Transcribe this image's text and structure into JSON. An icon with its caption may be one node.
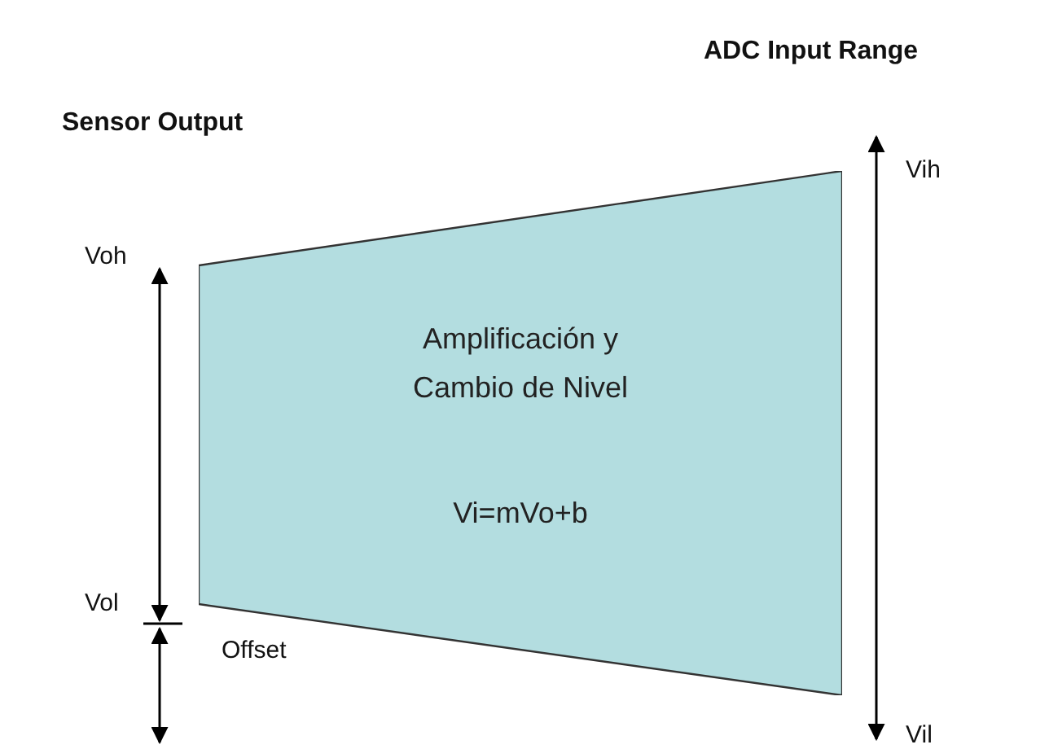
{
  "diagram": {
    "nodes": [
      {
        "text": [
          "Amplificación y Cambio de Nivel",
          "Vi=mVo+b"
        ]
      }
    ],
    "labels": [
      "ADC Input Range",
      "Sensor Output",
      "Voh",
      "Vih",
      "Vol",
      "Offset",
      "Vil"
    ]
  }
}
